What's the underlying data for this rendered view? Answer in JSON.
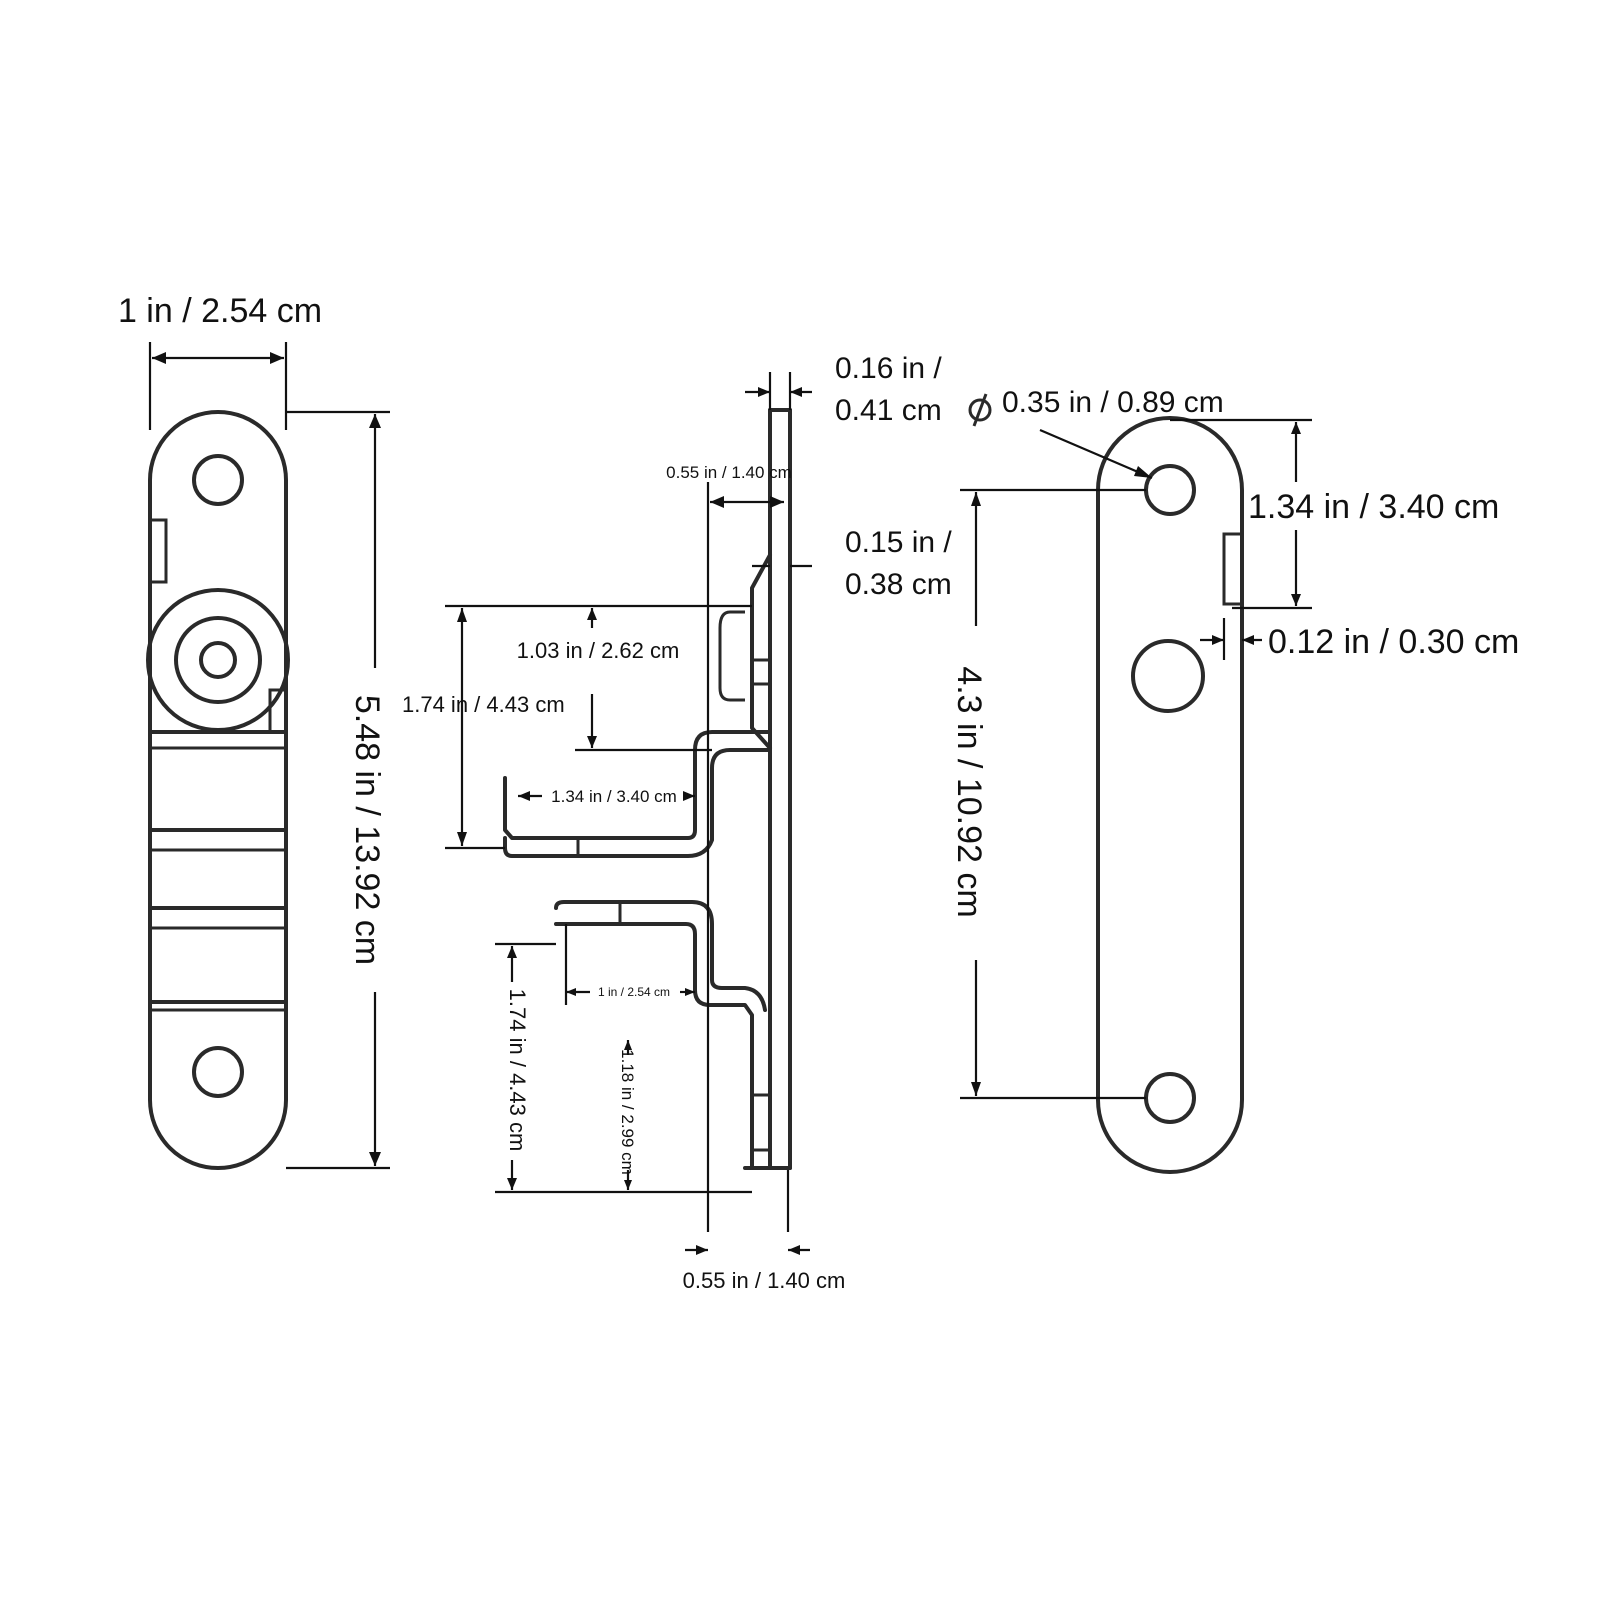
{
  "dimensions": {
    "left_width": "1 in / 2.54 cm",
    "left_height": "5.48 in / 13.92 cm",
    "thickness_line1": "0.16 in /",
    "thickness_line2": "0.41 cm",
    "offset_top": "0.55 in / 1.40 cm",
    "gap_line1": "0.15 in /",
    "gap_line2": "0.38 cm",
    "upper_leaf_depth": "1.03 in / 2.62 cm",
    "upper_leaf_height": "1.74 in / 4.43 cm",
    "upper_leaf_width": "1.34 in / 3.40 cm",
    "lower_leaf_height": "1.74 in / 4.43 cm",
    "lower_leaf_width": "1 in / 2.54 cm",
    "lower_leaf_depth": "1.18 in / 2.99 cm",
    "offset_bottom": "0.55 in / 1.40 cm",
    "hole_diameter": "0.35 in / 0.89 cm",
    "hole_to_tab": "1.34 in / 3.40 cm",
    "tab_offset": "0.12 in / 0.30 cm",
    "hole_spacing": "4.3 in / 10.92 cm"
  },
  "icons": {
    "diameter_symbol": "diameter-icon"
  }
}
